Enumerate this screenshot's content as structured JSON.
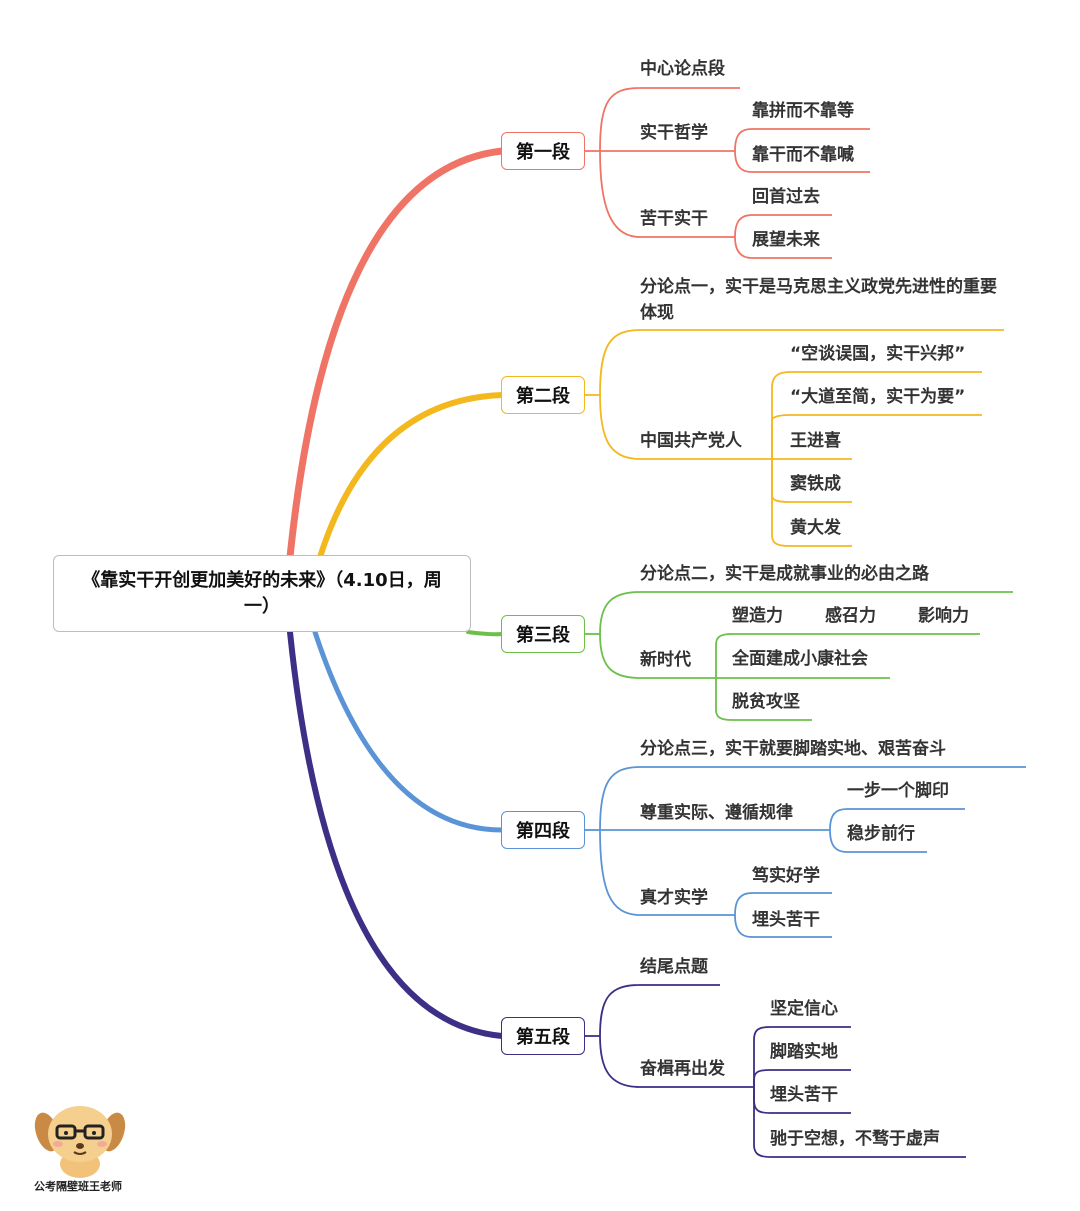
{
  "root": {
    "title": "《靠实干开创更加美好的未来》（4.10日，周一）"
  },
  "colors": {
    "s1": "#f07466",
    "s2": "#f4b81f",
    "s3": "#6cc04a",
    "s4": "#5a94d6",
    "s5": "#3b2f86"
  },
  "sections": [
    {
      "label": "第一段",
      "children": [
        {
          "label": "中心论点段"
        },
        {
          "label": "实干哲学",
          "children": [
            "靠拼而不靠等",
            "靠干而不靠喊"
          ]
        },
        {
          "label": "苦干实干",
          "children": [
            "回首过去",
            "展望未来"
          ]
        }
      ]
    },
    {
      "label": "第二段",
      "children": [
        {
          "label": "分论点一，实干是马克思主义政党先进性的重要体现"
        },
        {
          "label": "中国共产党人",
          "children": [
            "“空谈误国，实干兴邦”",
            "“大道至简，实干为要”",
            "王进喜",
            "窦铁成",
            "黄大发"
          ]
        }
      ]
    },
    {
      "label": "第三段",
      "children": [
        {
          "label": "分论点二，实干是成就事业的必由之路"
        },
        {
          "label": "新时代",
          "children": [
            "塑造力",
            "感召力",
            "影响力",
            "全面建成小康社会",
            "脱贫攻坚"
          ]
        }
      ]
    },
    {
      "label": "第四段",
      "children": [
        {
          "label": "分论点三，实干就要脚踏实地、艰苦奋斗"
        },
        {
          "label": "尊重实际、遵循规律",
          "children": [
            "一步一个脚印",
            "稳步前行"
          ]
        },
        {
          "label": "真才实学",
          "children": [
            "笃实好学",
            "埋头苦干"
          ]
        }
      ]
    },
    {
      "label": "第五段",
      "children": [
        {
          "label": "结尾点题"
        },
        {
          "label": "奋楫再出发",
          "children": [
            "坚定信心",
            "脚踏实地",
            "埋头苦干",
            "驰于空想，不骛于虚声"
          ]
        }
      ]
    }
  ],
  "watermark": "公考隔壁班王老师",
  "icons": {
    "mascot": "dog-with-glasses-icon"
  }
}
